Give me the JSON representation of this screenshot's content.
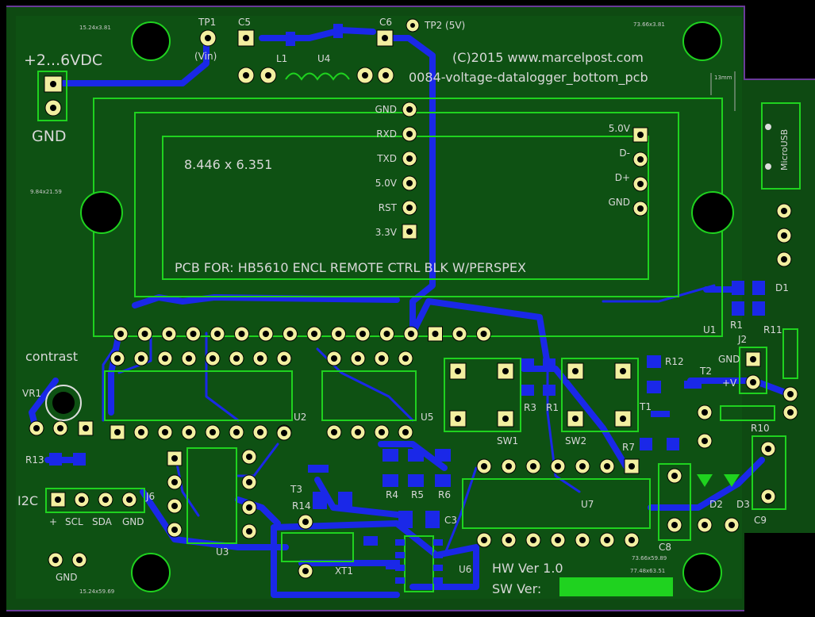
{
  "board": {
    "copyright": "(C)2015 www.marcelpost.com",
    "file_name": "0084-voltage-datalogger_bottom_pcb",
    "dimension_note": "8.446 x 6.351",
    "enclosure_note": "PCB FOR: HB5610 ENCL REMOTE CTRL BLK W/PERSPEX",
    "hw_ver_label": "HW Ver 1.0",
    "sw_ver_label": "SW Ver:",
    "tp2_label": "TP2 (5V)",
    "mm_note": "13mm",
    "colors": {
      "board": "#0e4a12",
      "silk": "#1fd21f",
      "trace": "#1a28e8",
      "pad": "#f2efa0",
      "text": "#d8d8d8"
    }
  },
  "coords": {
    "top_left": "15.24x3.81",
    "top_right": "73.66x3.81",
    "left_mid": "9.84x21.59",
    "bottom_left": "15.24x59.69",
    "bottom_right_1": "73.66x59.89",
    "bottom_right_2": "77.48x63.51"
  },
  "power": {
    "label": "+2...6VDC",
    "gnd": "GND"
  },
  "test_points": {
    "tp1": "TP1",
    "tp1_sub": "(Vin)"
  },
  "display_pins": [
    "GND",
    "RXD",
    "TXD",
    "5.0V",
    "RST",
    "3.3V"
  ],
  "usb": {
    "label": "MicroUSB",
    "pins": [
      "5.0V",
      "D-",
      "D+",
      "GND"
    ]
  },
  "contrast": {
    "label": "contrast",
    "vr": "VR1"
  },
  "i2c": {
    "label": "I2C",
    "pins": [
      "+",
      "SCL",
      "SDA",
      "GND"
    ]
  },
  "bottom_gnd": "GND",
  "j2_pins": [
    "GND",
    "+V"
  ],
  "components": {
    "c5": "C5",
    "c6": "C6",
    "l1": "L1",
    "u4": "U4",
    "u1": "U1",
    "u2": "U2",
    "u3": "U3",
    "u5": "U5",
    "u6": "U6",
    "u7": "U7",
    "r1": "R1",
    "r1b": "R1",
    "r3": "R3",
    "r4": "R4",
    "r5": "R5",
    "r6": "R6",
    "r7": "R7",
    "r10": "R10",
    "r11": "R11",
    "r12": "R12",
    "r13": "R13",
    "r14": "R14",
    "d1": "D1",
    "d2": "D2",
    "d3": "D3",
    "t1": "T1",
    "t2": "T2",
    "t3": "T3",
    "sw1": "SW1",
    "sw2": "SW2",
    "j2": "J2",
    "j6": "J6",
    "c3": "C3",
    "c8": "C8",
    "c9": "C9",
    "xt1": "XT1"
  }
}
